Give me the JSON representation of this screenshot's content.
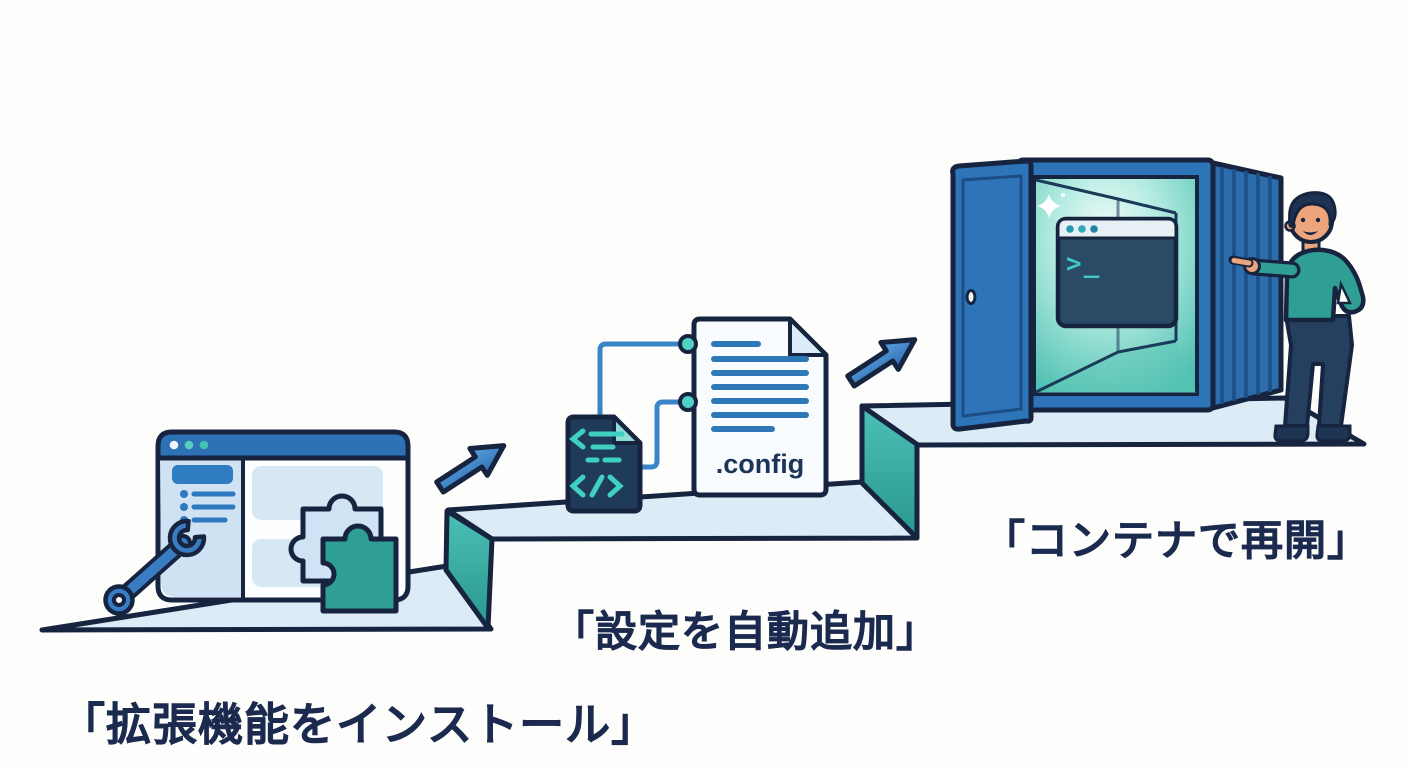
{
  "scene": {
    "title": "Dev-container workflow: three ascending steps illustration",
    "background": "#fdfdfb"
  },
  "palette": {
    "outline_navy": "#16243f",
    "caption_text": "#1b2a4e",
    "primary_blue": "#2e74b8",
    "arrow_blue": "#3a7fc4",
    "platform_light_blue": "#dcebf6",
    "riser_teal": "#35aca3",
    "puzzle_teal": "#2f9e93",
    "code_teal": "#3ec9c6",
    "dark_file": "#1f3b59",
    "terminal_body": "#2b4a66",
    "interior_glow_teal": "#b6ece2",
    "document_white": "#f9fcfe",
    "skin": "#eda57d"
  },
  "steps": [
    {
      "caption": "「拡張機能をインストール」",
      "icon": "browser-window-with-puzzle-extensions-and-wrench"
    },
    {
      "caption": "「設定を自動追加」",
      "icon": "code-file-linked-to-config-document",
      "file_label": ".config"
    },
    {
      "caption": "「コンテナで再開」",
      "icon": "open-shipping-container-with-terminal-and-developer",
      "terminal_prompt": ">_"
    }
  ]
}
